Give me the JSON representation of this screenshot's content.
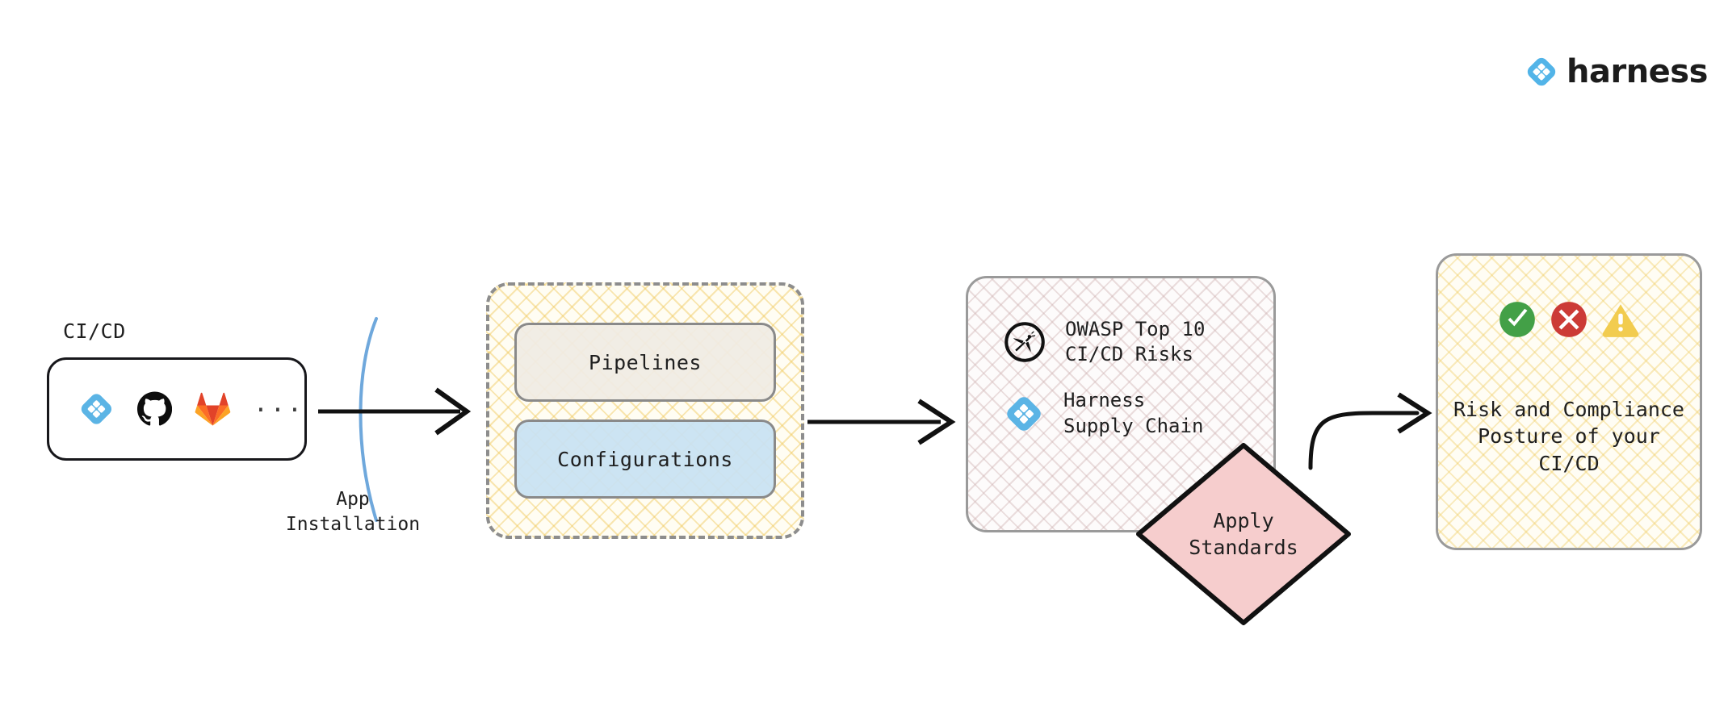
{
  "brand": {
    "name": "harness",
    "logo_icon": "harness-diamond-icon",
    "accent_color": "#52b4e8"
  },
  "source": {
    "label": "CI/CD",
    "tools": [
      {
        "name": "harness",
        "icon": "harness-diamond-icon",
        "color": "#5bb4e5"
      },
      {
        "name": "github",
        "icon": "github-octocat-icon",
        "color": "#000000"
      },
      {
        "name": "gitlab",
        "icon": "gitlab-fox-icon",
        "color": "#e8552d"
      }
    ],
    "more_label": "..."
  },
  "boundary": {
    "label": "App\nInstallation",
    "arc_color": "#6fa8dc"
  },
  "assets_container": {
    "border_style": "dashed",
    "border_color": "#8d8d8d",
    "hatch_color": "#f0c85a",
    "cards": [
      {
        "label": "Pipelines",
        "fill": "#f0ece4"
      },
      {
        "label": "Configurations",
        "fill": "#c8e2f3"
      }
    ]
  },
  "standards_panel": {
    "hatch_color": "#cdafaf",
    "items": [
      {
        "icon": "owasp-dragonfly-icon",
        "label": "OWASP Top 10\nCI/CD Risks"
      },
      {
        "icon": "harness-diamond-icon",
        "label": "Harness\nSupply Chain"
      }
    ]
  },
  "apply_node": {
    "label": "Apply\nStandards",
    "shape": "diamond",
    "fill": "#f6cdcd",
    "stroke": "#111111"
  },
  "outcome_panel": {
    "hatch_color": "#f0cd64",
    "status_icons": [
      {
        "icon": "check-circle-icon",
        "color": "#43a047",
        "meaning": "pass"
      },
      {
        "icon": "x-circle-icon",
        "color": "#cc3b36",
        "meaning": "fail"
      },
      {
        "icon": "warning-triangle-icon",
        "color": "#f2cc4f",
        "meaning": "warning"
      }
    ],
    "text": "Risk and Compliance\nPosture of your\nCI/CD"
  },
  "connectors": [
    {
      "name": "source-to-assets",
      "type": "straight-arrow"
    },
    {
      "name": "assets-to-standards",
      "type": "straight-arrow"
    },
    {
      "name": "apply-to-outcome",
      "type": "curved-arrow"
    }
  ]
}
